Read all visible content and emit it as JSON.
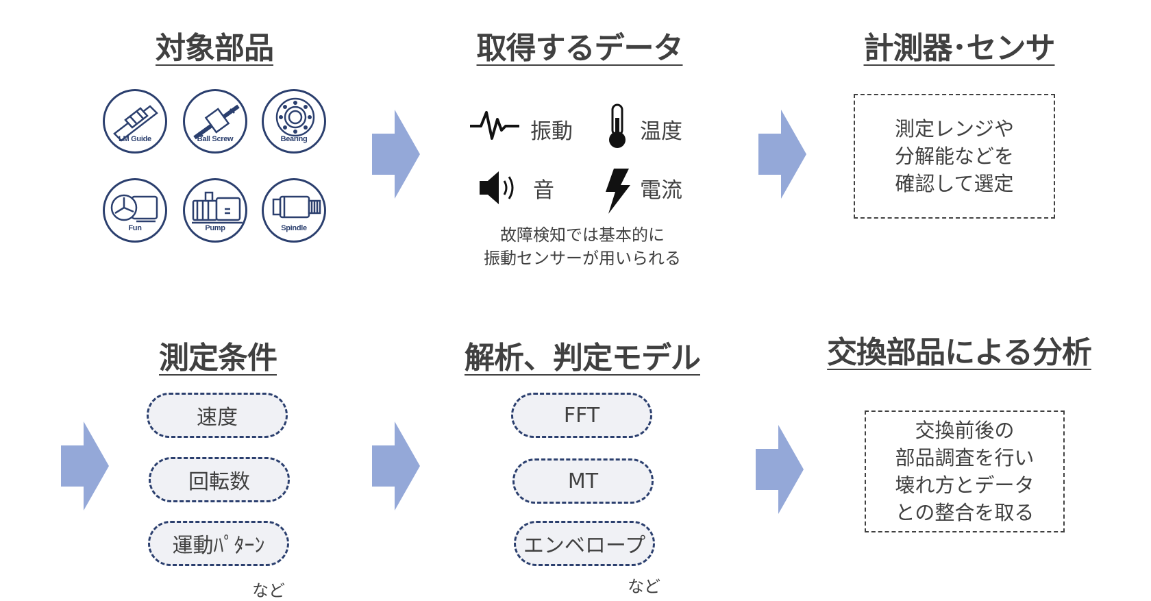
{
  "titles": {
    "target_parts": "対象部品",
    "data_acquired": "取得するデータ",
    "instruments": "計測器･センサ",
    "conditions": "測定条件",
    "analysis": "解析、判定モデル",
    "replacement": "交換部品による分析"
  },
  "parts": [
    "LM Guide",
    "Ball Screw",
    "Bearing",
    "Fun",
    "Pump",
    "Spindle"
  ],
  "data_types": {
    "vibration": "振動",
    "temperature": "温度",
    "sound": "音",
    "current": "電流"
  },
  "data_note": {
    "line1": "故障検知では基本的に",
    "line2": "振動センサーが用いられる"
  },
  "instrument_box": {
    "line1": "測定レンジや",
    "line2": "分解能などを",
    "line3": "確認して選定"
  },
  "conditions": [
    "速度",
    "回転数",
    "運動ﾊﾟﾀｰﾝ"
  ],
  "conditions_etc": "など",
  "models": [
    "FFT",
    "MT",
    "エンベロープ"
  ],
  "models_etc": "など",
  "replacement_box": {
    "line1": "交換前後の",
    "line2": "部品調査を行い",
    "line3": "壊れ方とデータ",
    "line4": "との整合を取る"
  },
  "colors": {
    "arrow": "#94a8d8",
    "icon_navy": "#2b3f6e",
    "text": "#404040",
    "pill_fill": "#f0f1f5"
  },
  "icons": [
    "lm-guide-icon",
    "ball-screw-icon",
    "bearing-icon",
    "fan-icon",
    "pump-icon",
    "spindle-icon",
    "waveform-icon",
    "thermometer-icon",
    "speaker-icon",
    "lightning-icon"
  ]
}
